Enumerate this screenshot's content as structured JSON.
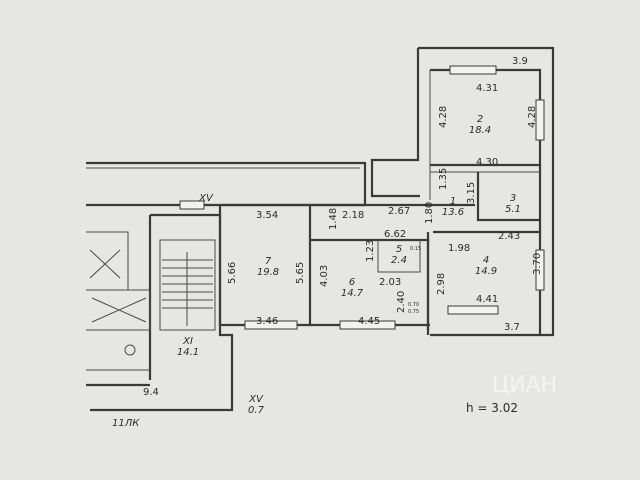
{
  "plan": {
    "height_note": "h = 3.02",
    "building_code": "11ЛК",
    "watermark": "ЦИАН",
    "rooms": [
      {
        "id": "r1",
        "number": "1",
        "area": "13.6"
      },
      {
        "id": "r2",
        "number": "2",
        "area": "18.4"
      },
      {
        "id": "r3",
        "number": "3",
        "area": "5.1"
      },
      {
        "id": "r4",
        "number": "4",
        "area": "14.9"
      },
      {
        "id": "r5",
        "number": "5",
        "area": "2.4"
      },
      {
        "id": "r6",
        "number": "6",
        "area": "14.7"
      },
      {
        "id": "r7",
        "number": "7",
        "area": "19.8"
      },
      {
        "id": "rxi",
        "number": "XI",
        "area": "14.1"
      },
      {
        "id": "rxv",
        "number": "XV",
        "area": "0.7"
      }
    ],
    "dimensions": [
      "3.9",
      "4.31",
      "4.28",
      "4.28",
      "4.30",
      "1.35",
      "3.15",
      "2.67",
      "1.80",
      "2.18",
      "1.48",
      "3.54",
      "6.62",
      "1.23",
      "1.98",
      "2.43",
      "5.66",
      "5.65",
      "4.03",
      "2.03",
      "2.98",
      "3.70",
      "2.40",
      "4.41",
      "3.46",
      "4.45",
      "3.7",
      "9.4"
    ],
    "stair_mark": "XV",
    "small_marks": [
      "0.15",
      "0.70",
      "0.75"
    ]
  }
}
